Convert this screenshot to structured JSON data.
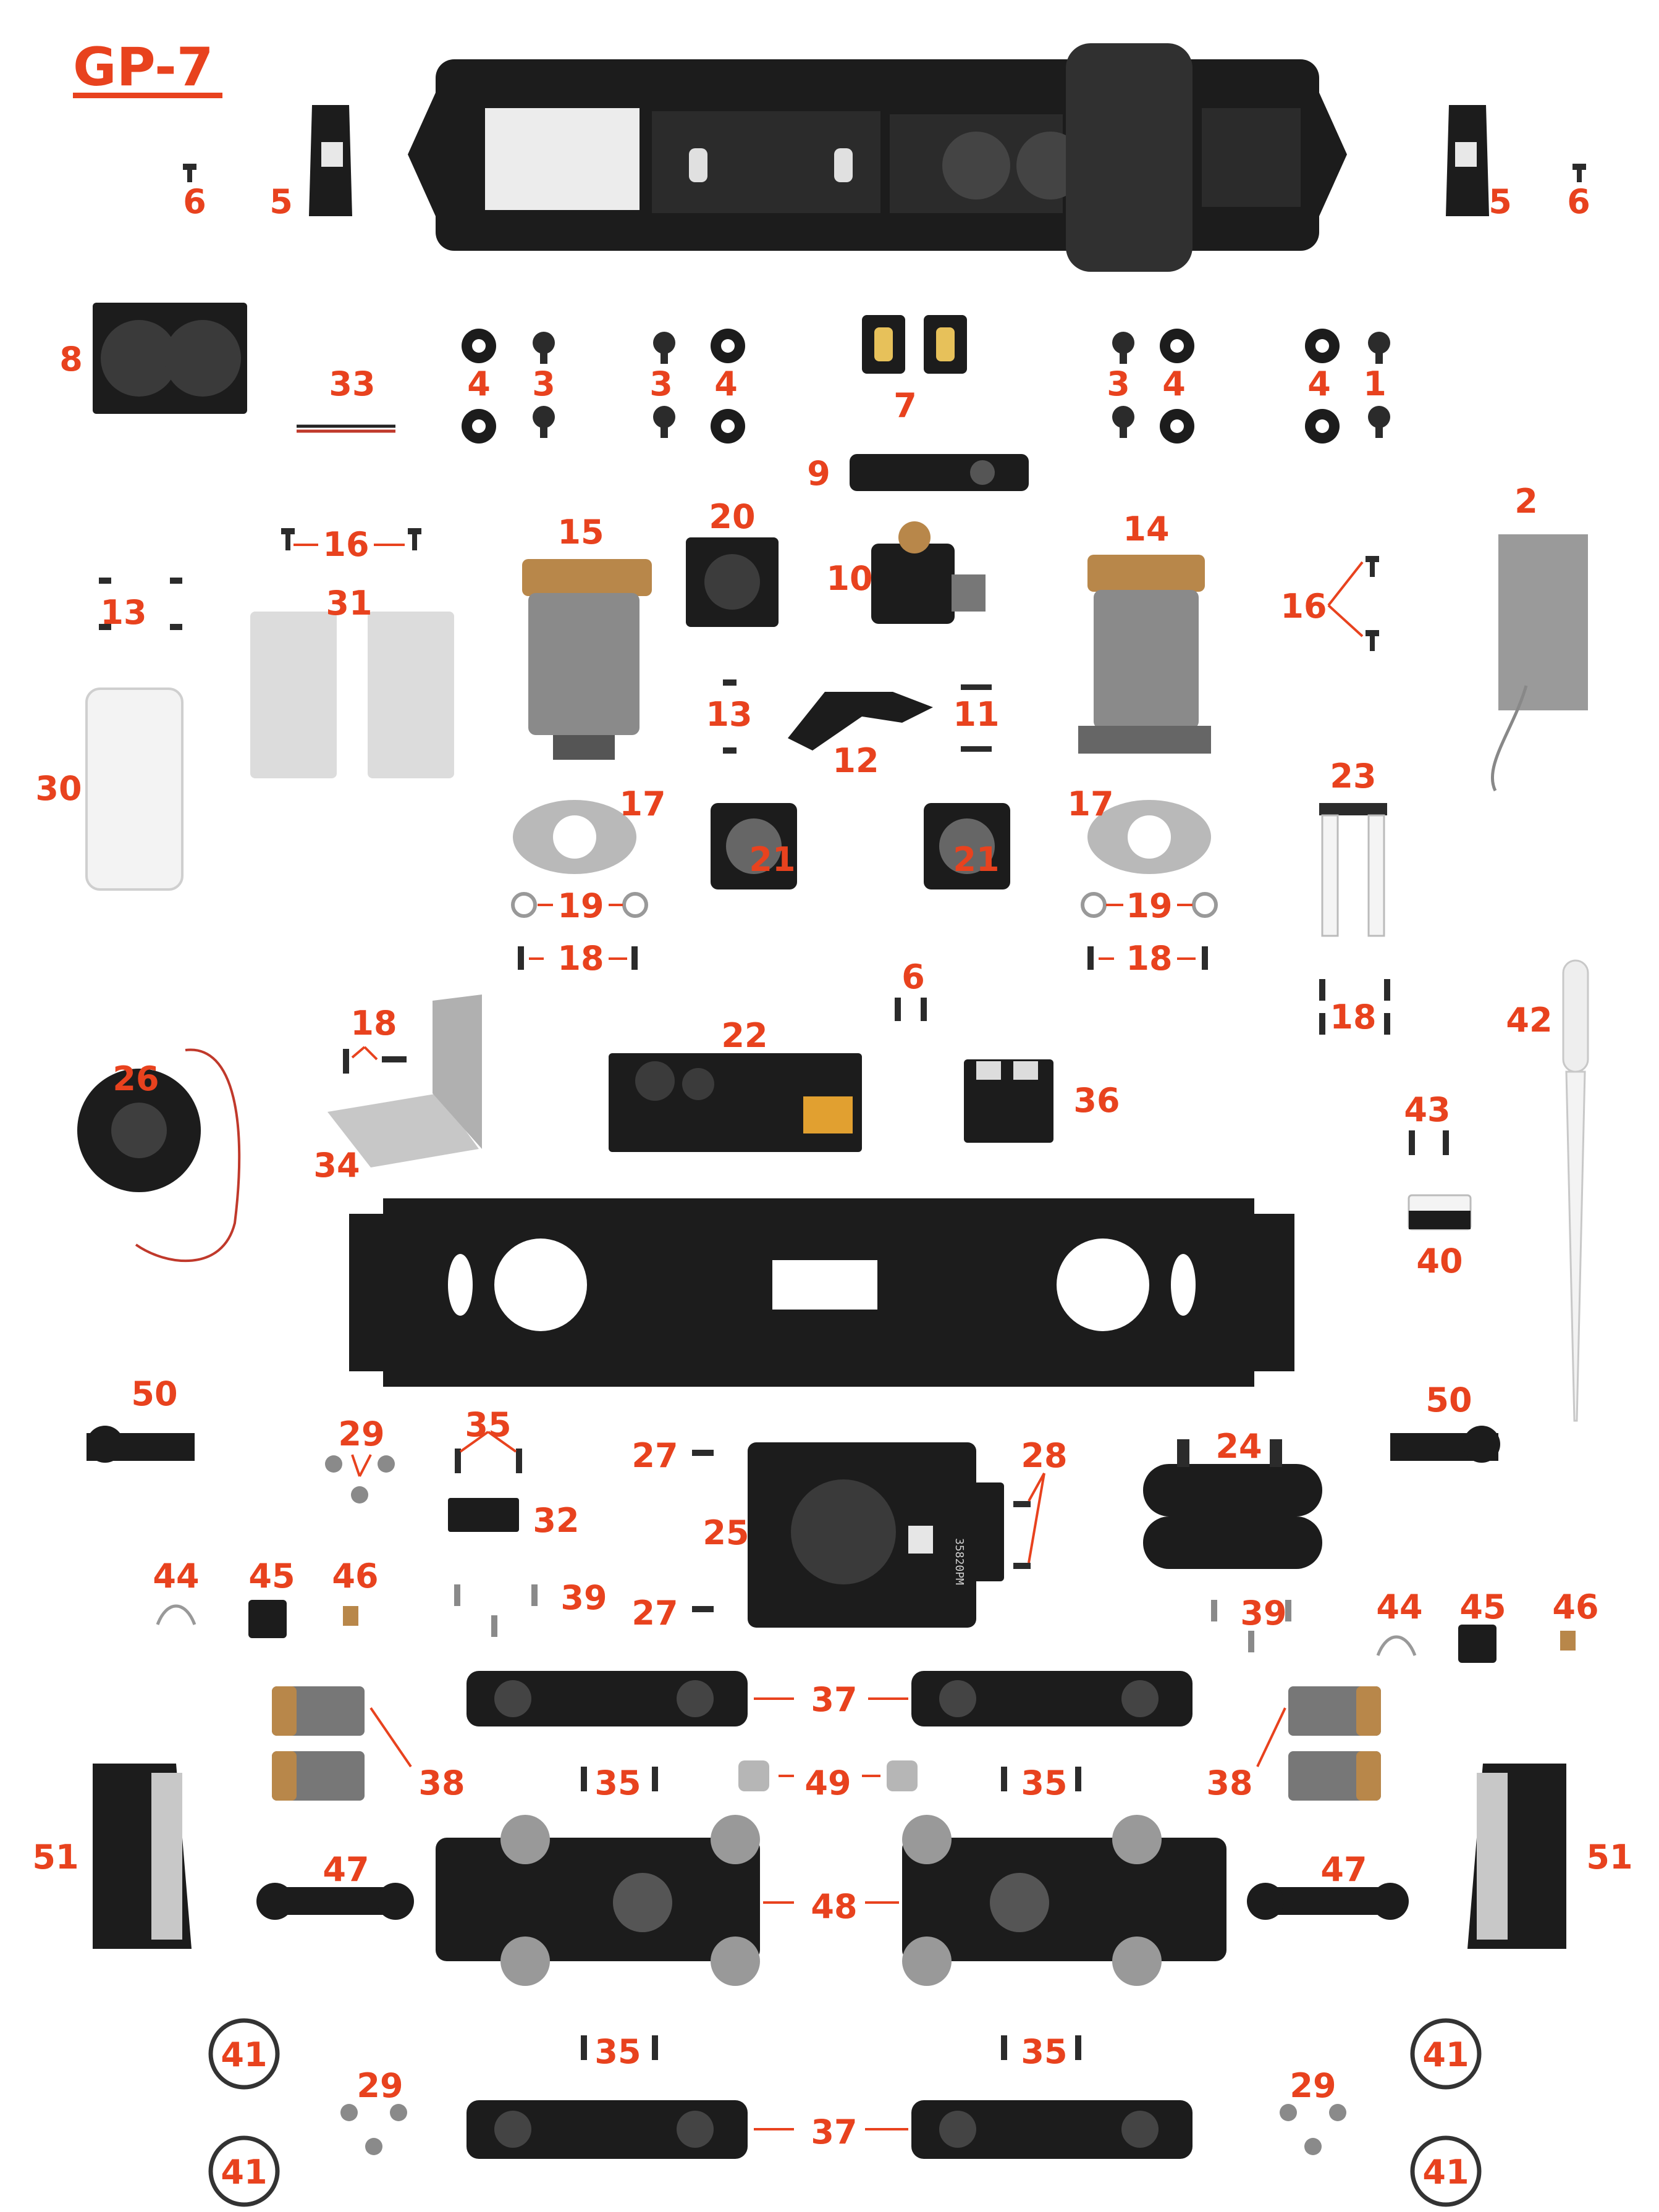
{
  "title": "GP-7",
  "callouts": [
    {
      "id": "c6a",
      "label": "6"
    },
    {
      "id": "c5a",
      "label": "5"
    },
    {
      "id": "c5b",
      "label": "5"
    },
    {
      "id": "c6b",
      "label": "6"
    },
    {
      "id": "c8",
      "label": "8"
    },
    {
      "id": "c33",
      "label": "33"
    },
    {
      "id": "c4a",
      "label": "4"
    },
    {
      "id": "c3a",
      "label": "3"
    },
    {
      "id": "c3b",
      "label": "3"
    },
    {
      "id": "c4b",
      "label": "4"
    },
    {
      "id": "c7",
      "label": "7"
    },
    {
      "id": "c3c",
      "label": "3"
    },
    {
      "id": "c4c",
      "label": "4"
    },
    {
      "id": "c4d",
      "label": "4"
    },
    {
      "id": "c1",
      "label": "1"
    },
    {
      "id": "c9",
      "label": "9"
    },
    {
      "id": "c2",
      "label": "2"
    },
    {
      "id": "c16a",
      "label": "16"
    },
    {
      "id": "c15",
      "label": "15"
    },
    {
      "id": "c20",
      "label": "20"
    },
    {
      "id": "c10",
      "label": "10"
    },
    {
      "id": "c14",
      "label": "14"
    },
    {
      "id": "c16b",
      "label": "16"
    },
    {
      "id": "c13a",
      "label": "13"
    },
    {
      "id": "c31",
      "label": "31"
    },
    {
      "id": "c30",
      "label": "30"
    },
    {
      "id": "c13b",
      "label": "13"
    },
    {
      "id": "c12",
      "label": "12"
    },
    {
      "id": "c11",
      "label": "11"
    },
    {
      "id": "c23",
      "label": "23"
    },
    {
      "id": "c17a",
      "label": "17"
    },
    {
      "id": "c21a",
      "label": "21"
    },
    {
      "id": "c21b",
      "label": "21"
    },
    {
      "id": "c17b",
      "label": "17"
    },
    {
      "id": "c19a",
      "label": "19"
    },
    {
      "id": "c19b",
      "label": "19"
    },
    {
      "id": "c18a",
      "label": "18"
    },
    {
      "id": "c18b",
      "label": "18"
    },
    {
      "id": "c6c",
      "label": "6"
    },
    {
      "id": "c18c",
      "label": "18"
    },
    {
      "id": "c42",
      "label": "42"
    },
    {
      "id": "c26",
      "label": "26"
    },
    {
      "id": "c18d",
      "label": "18"
    },
    {
      "id": "c22",
      "label": "22"
    },
    {
      "id": "c36",
      "label": "36"
    },
    {
      "id": "c34",
      "label": "34"
    },
    {
      "id": "c43",
      "label": "43"
    },
    {
      "id": "c40",
      "label": "40"
    },
    {
      "id": "c50a",
      "label": "50"
    },
    {
      "id": "c50b",
      "label": "50"
    },
    {
      "id": "c29a",
      "label": "29"
    },
    {
      "id": "c35a",
      "label": "35"
    },
    {
      "id": "c27a",
      "label": "27"
    },
    {
      "id": "c28",
      "label": "28"
    },
    {
      "id": "c24",
      "label": "24"
    },
    {
      "id": "c32",
      "label": "32"
    },
    {
      "id": "c25",
      "label": "25"
    },
    {
      "id": "c44a",
      "label": "44"
    },
    {
      "id": "c45a",
      "label": "45"
    },
    {
      "id": "c46a",
      "label": "46"
    },
    {
      "id": "c39a",
      "label": "39"
    },
    {
      "id": "c27b",
      "label": "27"
    },
    {
      "id": "c39b",
      "label": "39"
    },
    {
      "id": "c44b",
      "label": "44"
    },
    {
      "id": "c45b",
      "label": "45"
    },
    {
      "id": "c46b",
      "label": "46"
    },
    {
      "id": "c37a",
      "label": "37"
    },
    {
      "id": "c38a",
      "label": "38"
    },
    {
      "id": "c38b",
      "label": "38"
    },
    {
      "id": "c35b",
      "label": "35"
    },
    {
      "id": "c49",
      "label": "49"
    },
    {
      "id": "c35c",
      "label": "35"
    },
    {
      "id": "c51a",
      "label": "51"
    },
    {
      "id": "c51b",
      "label": "51"
    },
    {
      "id": "c47a",
      "label": "47"
    },
    {
      "id": "c48",
      "label": "48"
    },
    {
      "id": "c47b",
      "label": "47"
    },
    {
      "id": "c41a",
      "label": "41"
    },
    {
      "id": "c35d",
      "label": "35"
    },
    {
      "id": "c35e",
      "label": "35"
    },
    {
      "id": "c41b",
      "label": "41"
    },
    {
      "id": "c29b",
      "label": "29"
    },
    {
      "id": "c29c",
      "label": "29"
    },
    {
      "id": "c41c",
      "label": "41"
    },
    {
      "id": "c37b",
      "label": "37"
    },
    {
      "id": "c41d",
      "label": "41"
    }
  ],
  "pcb_markings": {
    "board_22": "",
    "motor_box_25": "35820PM"
  },
  "colors": {
    "callout": "#e8421e",
    "part_dark": "#1c1c1c",
    "bronze": "#b8874a"
  }
}
